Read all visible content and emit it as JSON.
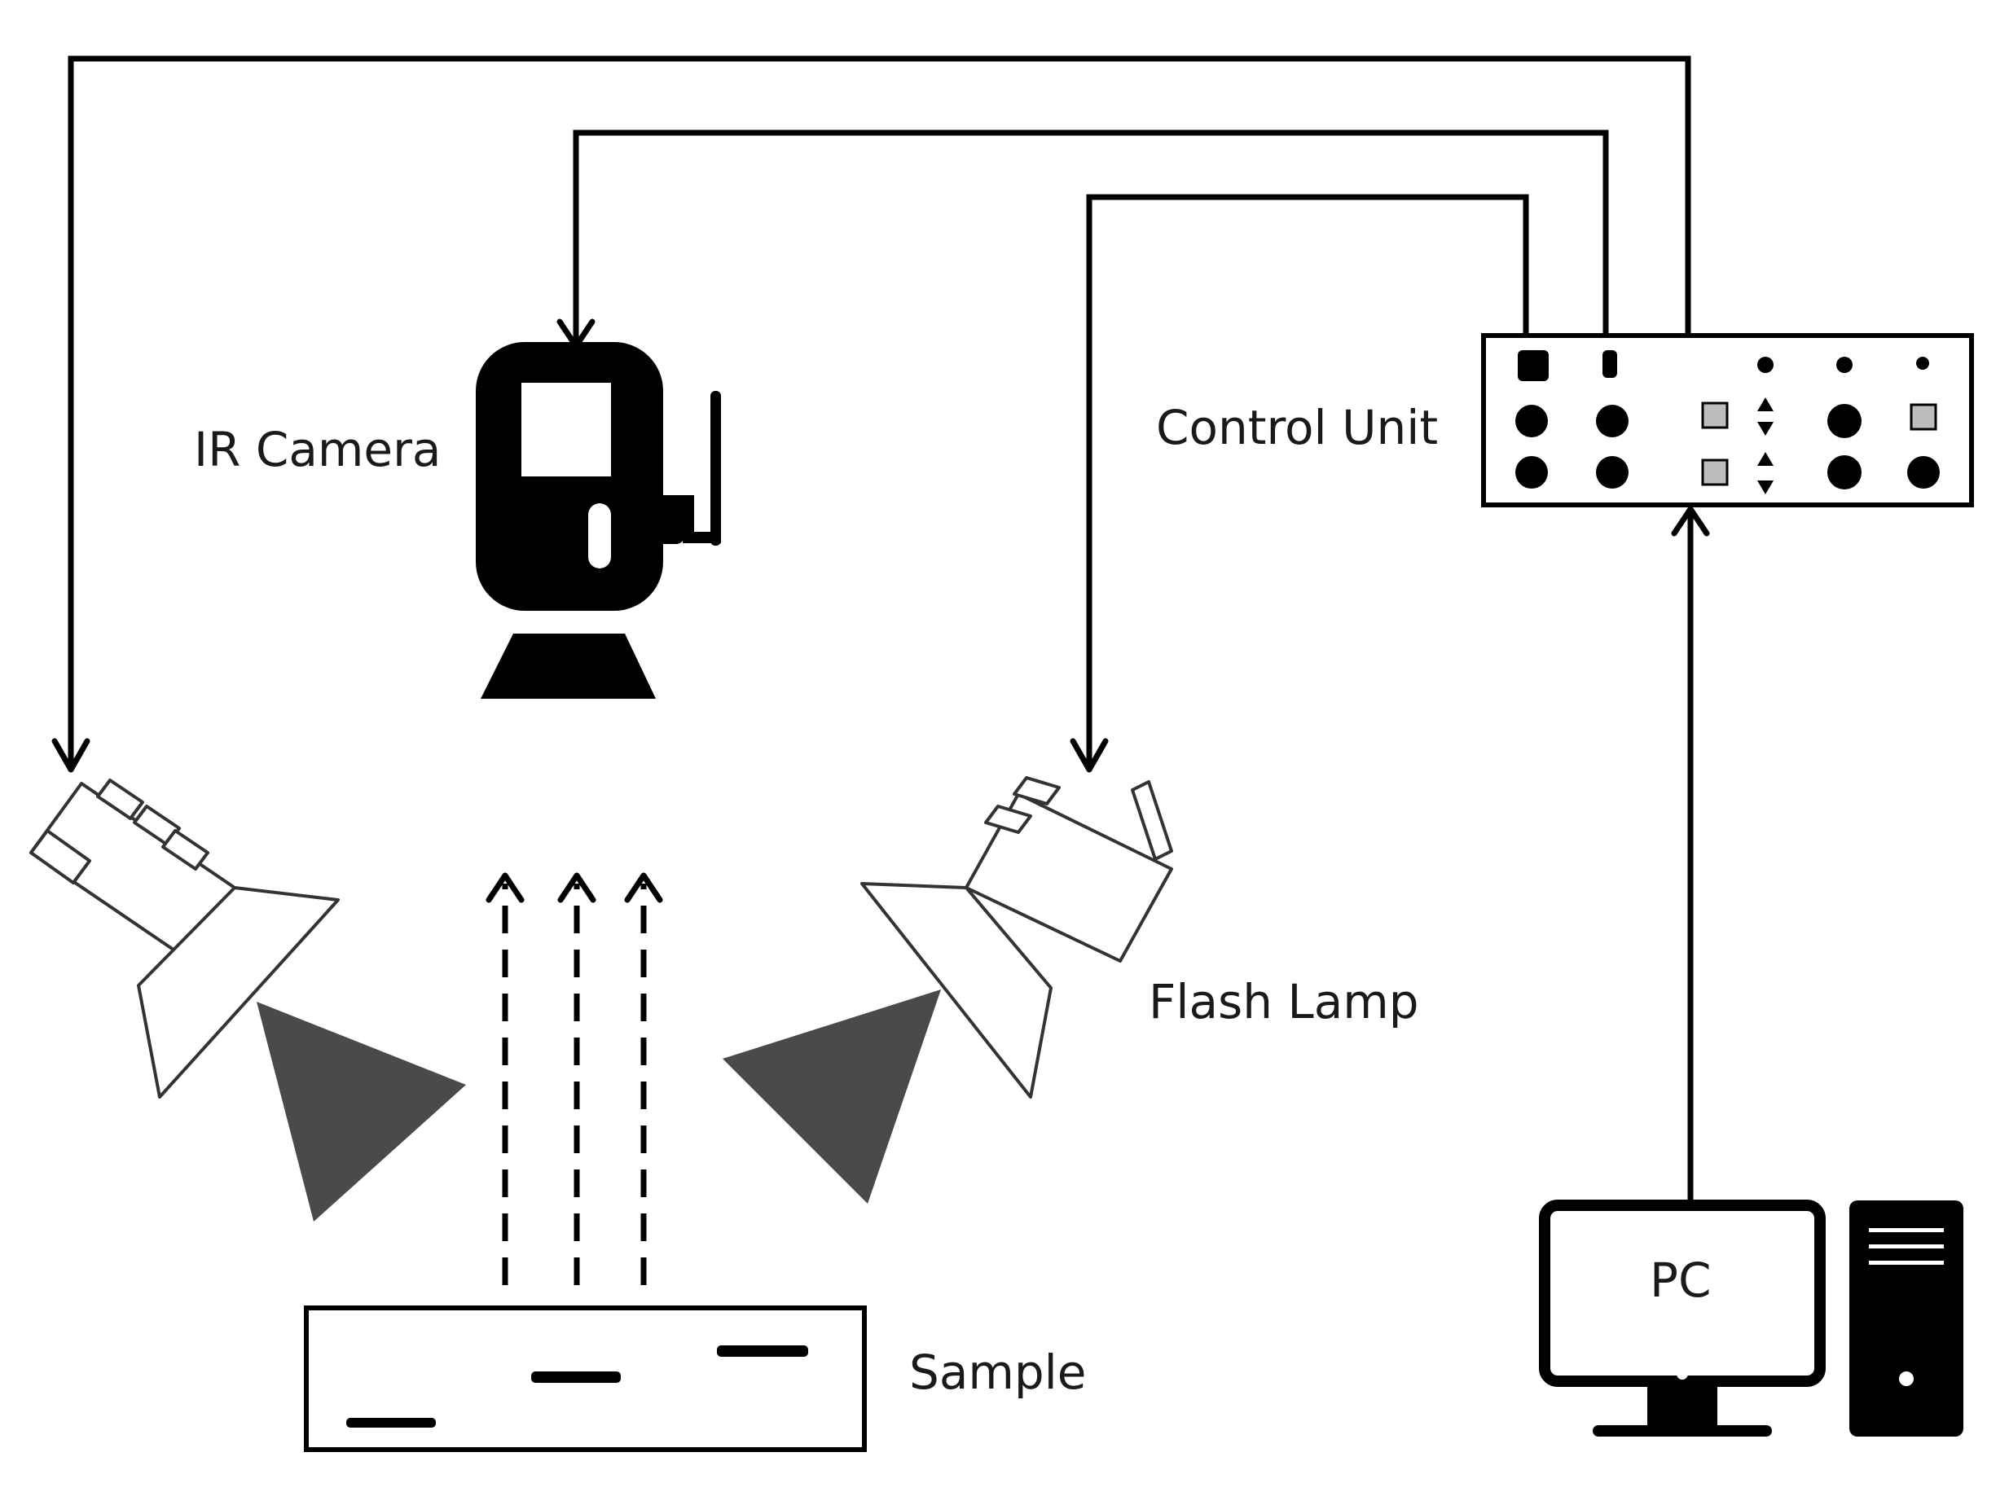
{
  "labels": {
    "ir_camera": "IR Camera",
    "control_unit": "Control Unit",
    "flash_lamp": "Flash Lamp",
    "sample": "Sample",
    "pc": "PC"
  },
  "colors": {
    "line": "#000000",
    "cone": "#4a4a4a",
    "lamp_outline": "#333333",
    "knob_gray": "#bdbdbd"
  },
  "icons": [
    "ir-camera-icon",
    "flash-lamp-icon",
    "control-unit-icon",
    "pc-monitor-icon",
    "pc-tower-icon",
    "sample-icon"
  ]
}
